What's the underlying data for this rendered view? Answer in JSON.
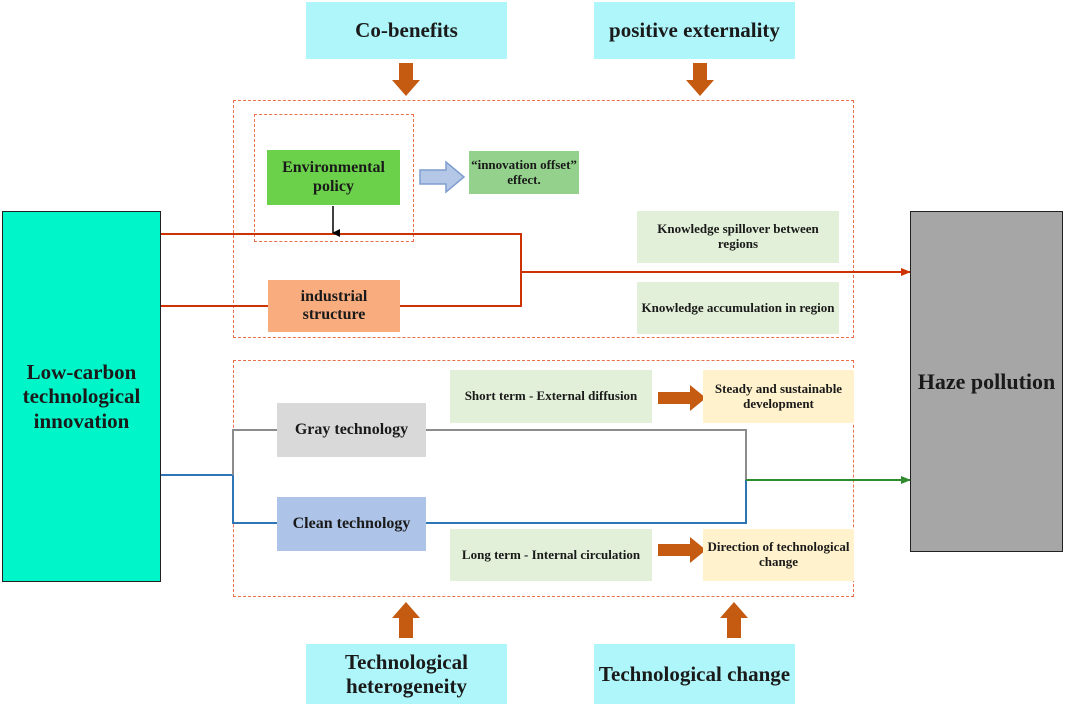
{
  "nodes": {
    "co_benefits": "Co-benefits",
    "positive_externality": "positive externality",
    "environmental_policy": "Environmental policy",
    "innovation_offset": "“innovation offset” effect.",
    "knowledge_spillover": "Knowledge spillover between regions",
    "industrial_structure": "industrial structure",
    "knowledge_accumulation": "Knowledge accumulation in region",
    "low_carbon": "Low-carbon technological innovation",
    "haze": "Haze pollution",
    "short_term": "Short term - External diffusion",
    "steady": "Steady and sustainable development",
    "gray": "Gray technology",
    "clean": "Clean technology",
    "long_term": "Long term - Internal circulation",
    "direction": "Direction of technological change",
    "tech_heterogeneity": "Technological heterogeneity",
    "tech_change": "Technological change"
  },
  "colors": {
    "cyan_box": "#aef6f9",
    "low_carbon_box": "#00f5c8",
    "haze_box": "#a6a6a6",
    "env_policy_box": "#6bd14a",
    "offset_box": "#93d18c",
    "light_green_box": "#e2f0d9",
    "industrial_box": "#f9ac7e",
    "steady_box": "#fff2cc",
    "gray_box": "#d9d9d9",
    "clean_box": "#adc4e8",
    "red_line": "#cc3300",
    "blue_line": "#2e75b6",
    "gray_line": "#8c8c8c",
    "green_line": "#2e8b2e",
    "orange_arrow": "#c55a11",
    "dashed_border": "#e8704a"
  }
}
